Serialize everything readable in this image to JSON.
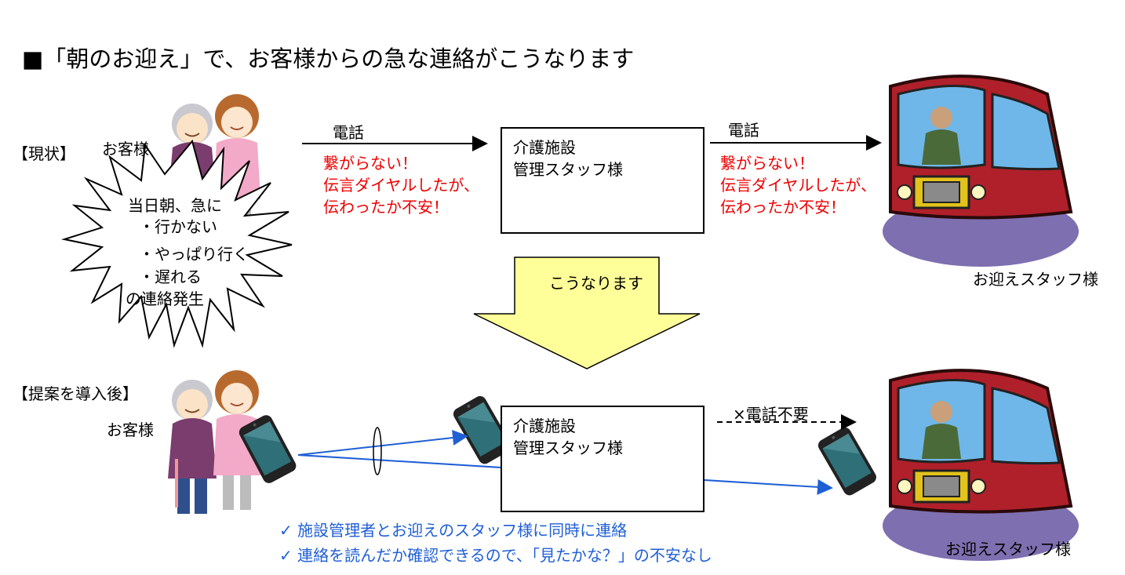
{
  "title": "■「朝のお迎え」で、お客様からの急な連絡がこうなります",
  "current": {
    "label": "【現状】",
    "customer": "お客様",
    "burst": [
      "当日朝、急に",
      "・行かない",
      "・やっぱり行く",
      "・遅れる",
      "の連絡発生"
    ],
    "phone1": "電話",
    "problem1": [
      "繋がらない！",
      "伝言ダイヤルしたが、",
      "伝わったか不安！"
    ],
    "facility": [
      "介護施設",
      "管理スタッフ様"
    ],
    "phone2": "電話",
    "problem2": [
      "繋がらない！",
      "伝言ダイヤルしたが、",
      "伝わったか不安！"
    ],
    "driver": "お迎えスタッフ様"
  },
  "transition": "こうなります",
  "proposal": {
    "label": "【提案を導入後】",
    "customer": "お客様",
    "facility": [
      "介護施設",
      "管理スタッフ様"
    ],
    "no_phone": "×電話不要",
    "driver": "お迎えスタッフ様",
    "benefits": [
      "✓ 施設管理者とお迎えのスタッフ様に同時に連絡",
      "✓ 連絡を読んだか確認できるので、「見たかな？」の不安なし"
    ]
  },
  "colors": {
    "red": "#ee0000",
    "blue": "#1f5fd6",
    "arrow_fill": "#ffff99"
  },
  "icons": [
    "elderly-customer-icon",
    "bus-driver-icon",
    "smartphone-icon"
  ]
}
